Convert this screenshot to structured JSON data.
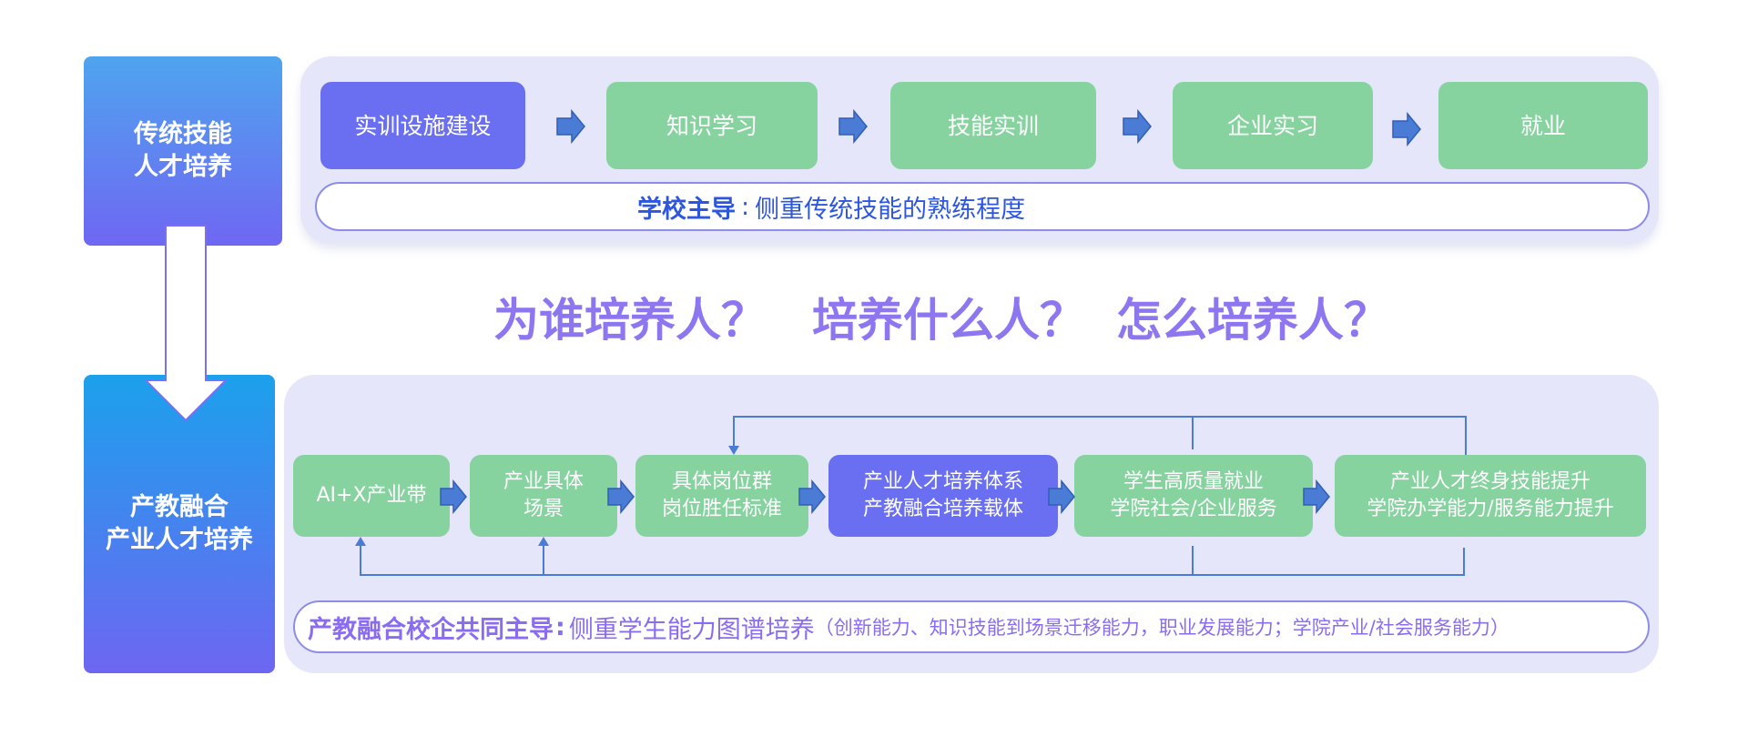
{
  "left_labels": {
    "traditional": "传统技能\n人才培养",
    "integration": "产教融合\n产业人才培养"
  },
  "top_flow": {
    "steps": [
      "实训设施建设",
      "知识学习",
      "技能实训",
      "企业实习",
      "就业"
    ],
    "lead_label": "学校主导",
    "lead_separator": ":",
    "lead_text": "侧重传统技能的熟练程度"
  },
  "questions": [
    "为谁培养人？",
    "培养什么人？",
    "怎么培养人？"
  ],
  "bottom_flow": {
    "steps": [
      "AI+X产业带",
      "产业具体\n场景",
      "具体岗位群\n岗位胜任标准",
      "产业人才培养体系\n产教融合培养载体",
      "学生高质量就业\n学院社会/企业服务",
      "产业人才终身技能提升\n学院办学能力/服务能力提升"
    ],
    "lead_label": "产教融合校企共同主导",
    "lead_separator": ":",
    "lead_text": "侧重学生能力图谱培养",
    "lead_detail": "（创新能力、知识技能到场景迁移能力，职业发展能力；学院产业/社会服务能力）"
  },
  "colors": {
    "green_box": "#86d3a0",
    "blue_box": "#6a6ff1",
    "panel": "#e5e6fa",
    "arrow": "#4a7cd6",
    "question": "#8e76f0",
    "emphasis_blue": "#2c56df",
    "emphasis_purple": "#8a6cf2"
  }
}
